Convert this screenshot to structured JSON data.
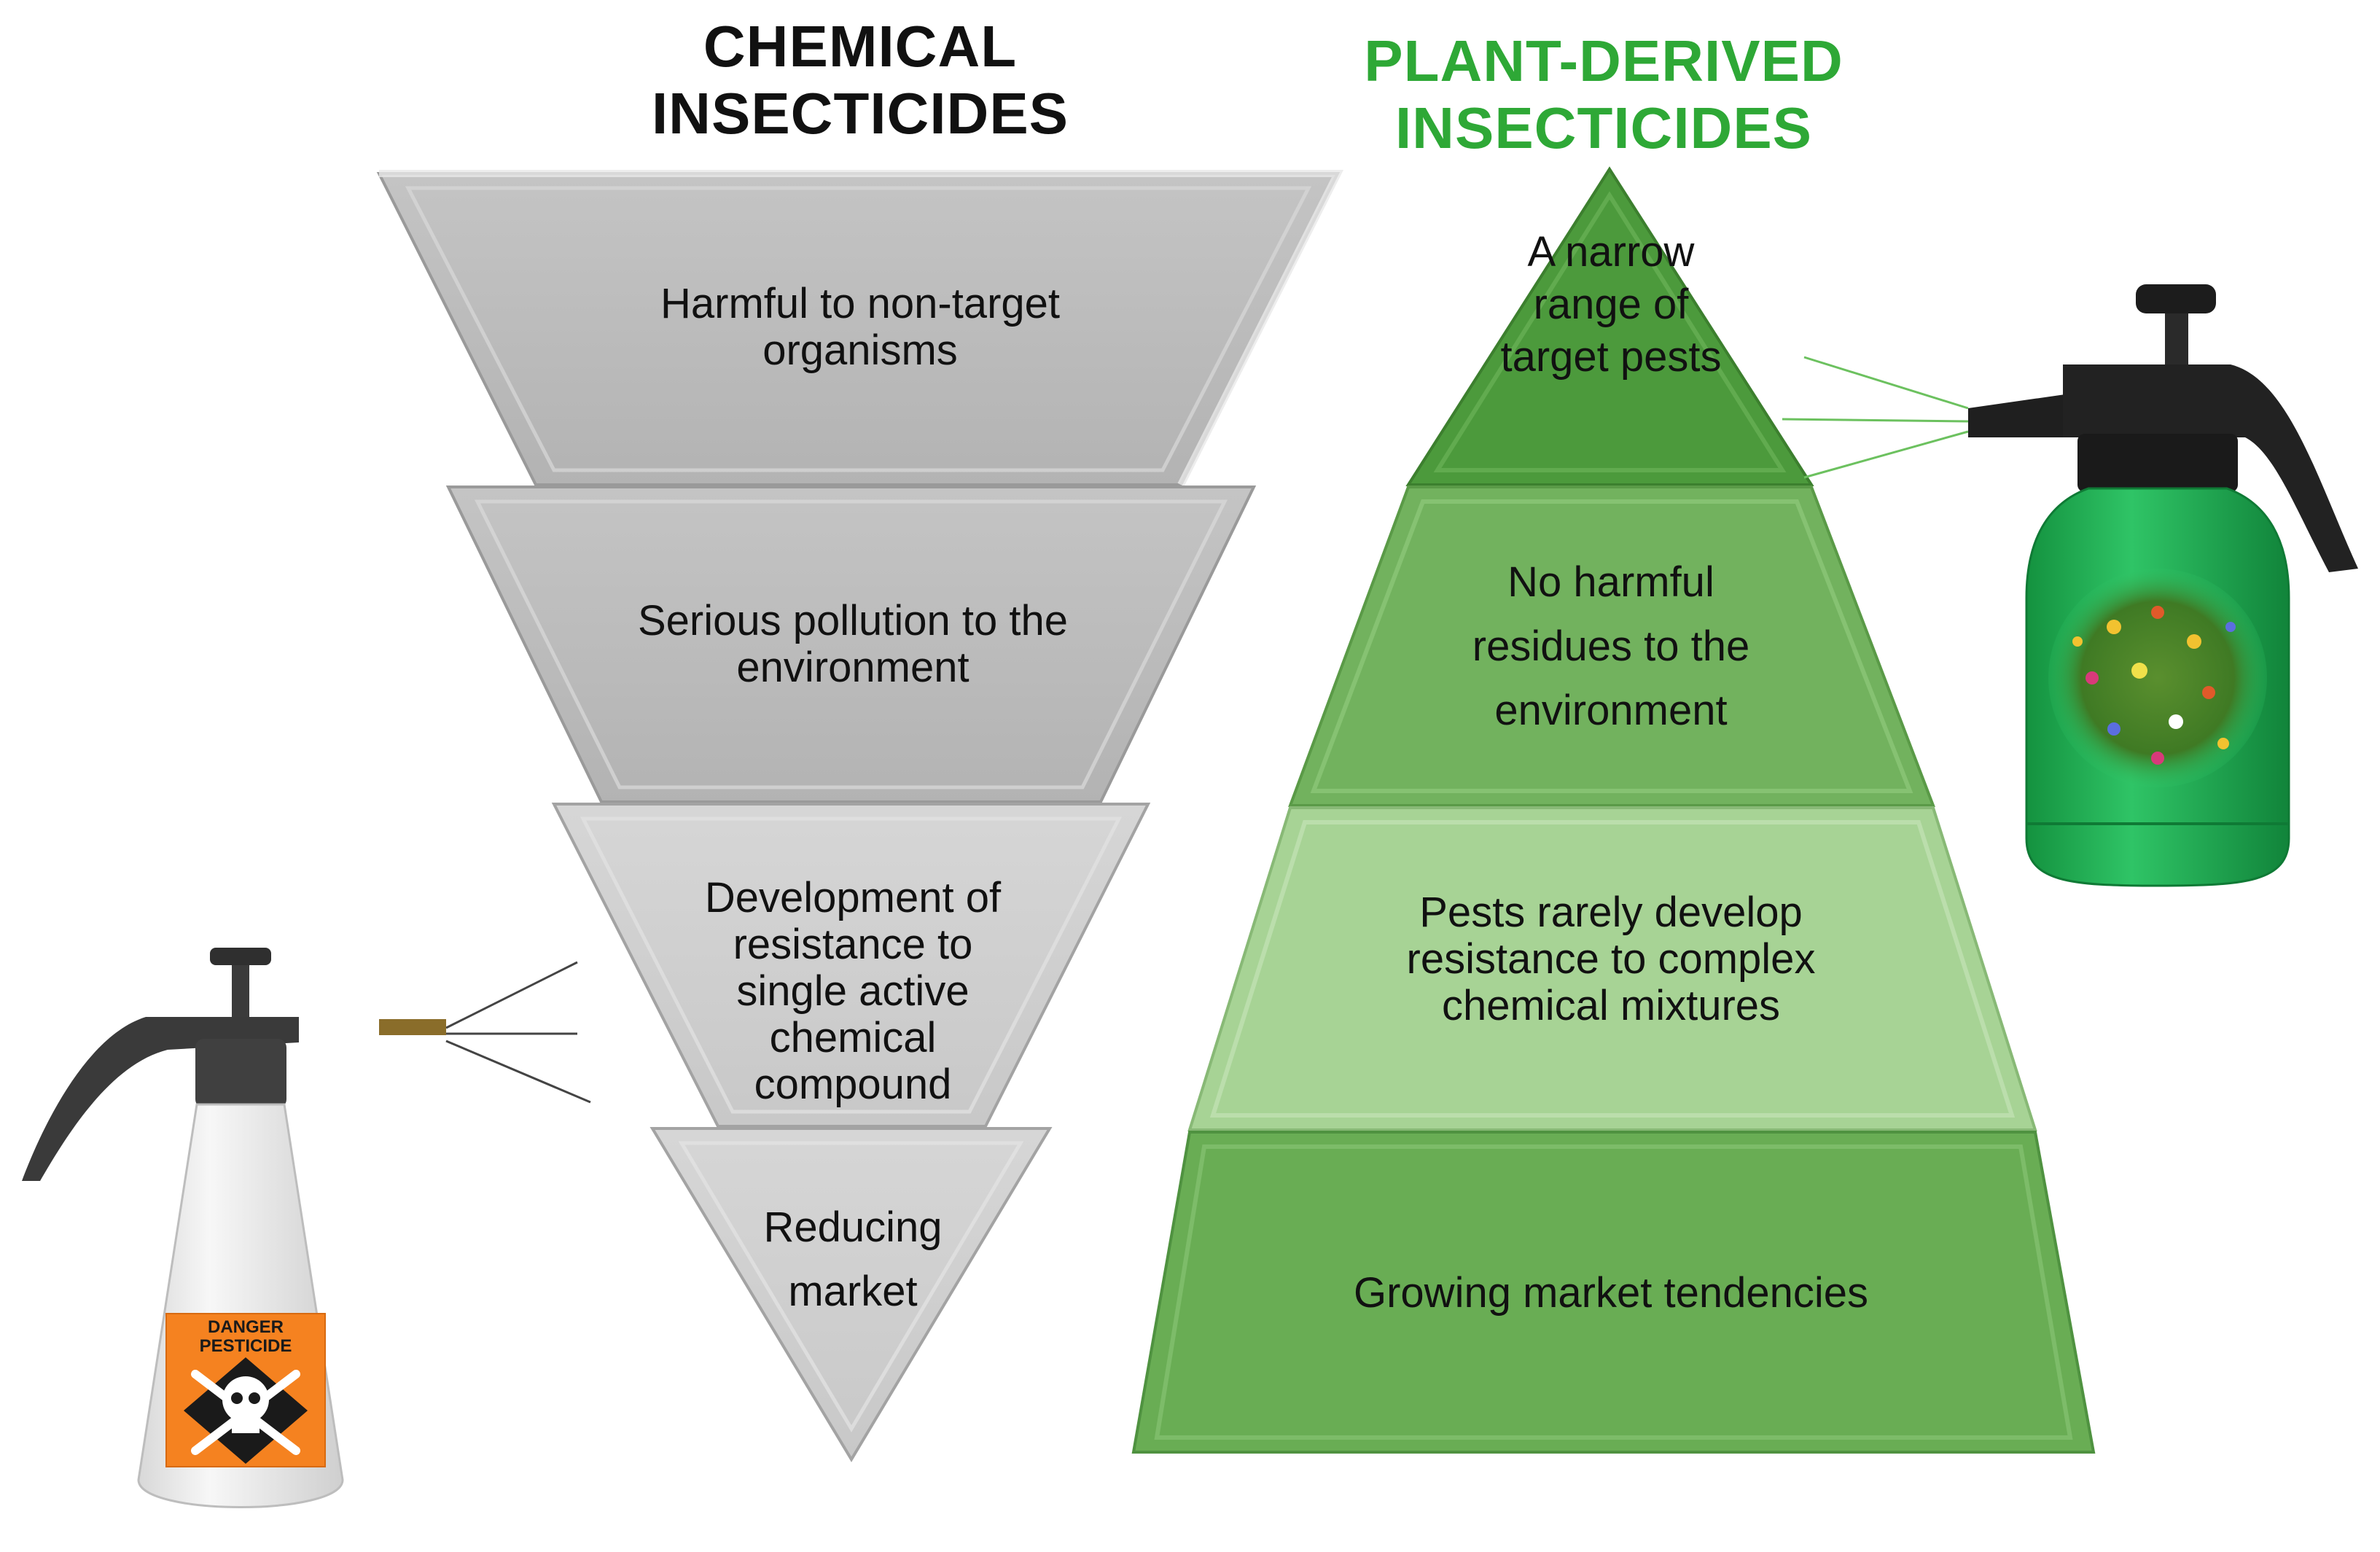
{
  "chemical": {
    "title_line1": "CHEMICAL",
    "title_line2": "INSECTICIDES",
    "title_color": "#111111",
    "levels": [
      {
        "text": "Harmful to non-target organisms"
      },
      {
        "text": "Serious pollution to the environment"
      },
      {
        "text": "Development of resistance to single active chemical compound"
      },
      {
        "text": "Reducing market"
      }
    ],
    "fill_color": "#bdbdbd"
  },
  "plant": {
    "title_line1": "PLANT-DERIVED",
    "title_line2": "INSECTICIDES",
    "title_color": "#2ea836",
    "levels": [
      {
        "text": "A narrow range of target pests",
        "fill": "#4c9a3c"
      },
      {
        "text": "No harmful residues to the environment",
        "fill": "#72b25e"
      },
      {
        "text": "Pests rarely develop resistance to complex chemical mixtures",
        "fill": "#a7d395"
      },
      {
        "text": "Growing market tendencies",
        "fill": "#69ad54"
      }
    ]
  },
  "sprayer_chemical": {
    "label_line1": "DANGER",
    "label_line2": "PESTICIDE",
    "label_color": "#f58220"
  },
  "sprayer_plant": {
    "body_color": "#22b35a"
  }
}
